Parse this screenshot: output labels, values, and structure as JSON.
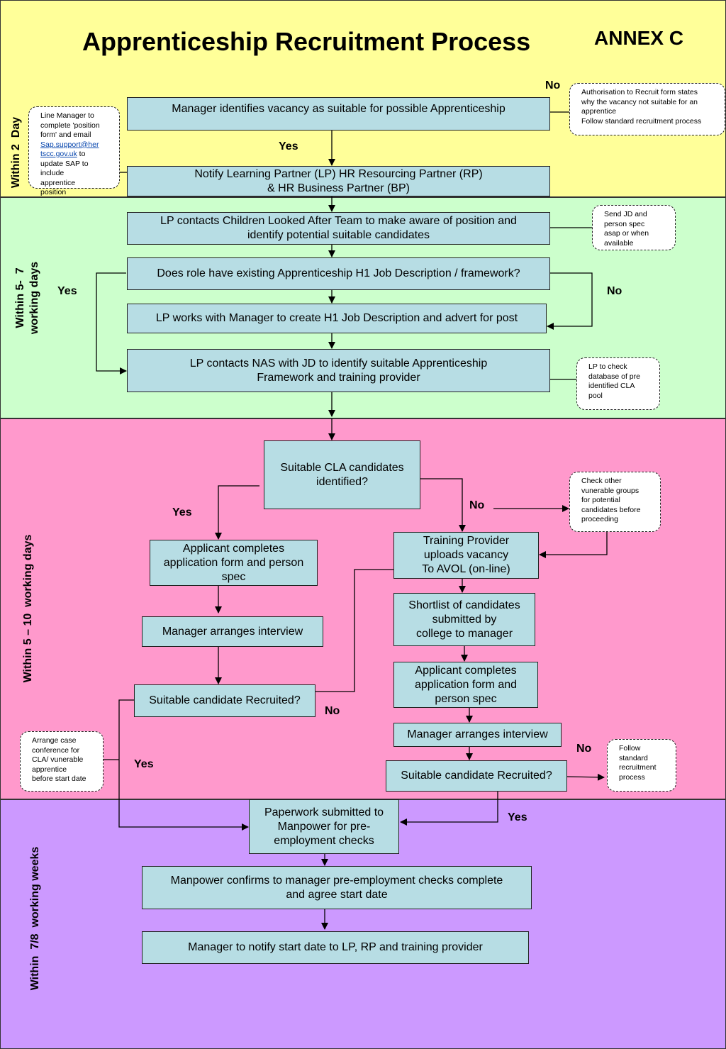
{
  "title": "Apprenticeship Recruitment Process",
  "annex": "ANNEX C",
  "colors": {
    "band1": "#ffff99",
    "band2": "#ccffcc",
    "band3": "#ff99cc",
    "band4": "#cc99ff",
    "box": "#b7dde4"
  },
  "stages": [
    {
      "label": "Within 2  Day"
    },
    {
      "label": "Within 5-  7\nworking days"
    },
    {
      "label": "Within 5 – 10  working days"
    },
    {
      "label": "Within  7/8  working weeks"
    }
  ],
  "boxes": {
    "identify_vacancy": "Manager identifies vacancy as suitable for possible Apprenticeship",
    "notify_partners": "Notify Learning Partner (LP) HR Resourcing Partner (RP)\n& HR Business Partner (BP)",
    "contact_cla_team": "LP contacts Children Looked After Team to make aware of position and\nidentify potential suitable candidates",
    "existing_jd": "Does role have existing Apprenticeship H1 Job Description / framework?",
    "create_jd": "LP works with Manager to create H1 Job Description and advert for post",
    "contact_nas": "LP contacts NAS with JD to identify suitable Apprenticeship\nFramework and training provider",
    "cla_identified": "Suitable CLA candidates\nidentified?",
    "applicant_form_left": "Applicant completes\napplication form and person\nspec",
    "interview_left": "Manager arranges interview",
    "recruited_left": "Suitable candidate Recruited?",
    "upload_avol": "Training Provider\nuploads vacancy\nTo AVOL (on-line)",
    "shortlist": "Shortlist of candidates\nsubmitted by\ncollege to manager",
    "applicant_form_right": "Applicant completes\napplication form and\nperson spec",
    "interview_right": "Manager arranges interview",
    "recruited_right": "Suitable candidate Recruited?",
    "paperwork": "Paperwork submitted to\nManpower for pre-\nemployment checks",
    "manpower_confirms": "Manpower confirms to manager pre-employment checks complete\nand agree start date",
    "notify_start": "Manager to notify start date to LP, RP and training provider"
  },
  "notes": {
    "authorisation": "Authorisation to Recruit form states\nwhy the vacancy not suitable for an\napprentice\nFollow standard recruitment process",
    "line_manager_pre": "Line Manager to\ncomplete 'position\nform' and email",
    "line_manager_link": "Sap.support@her\ntscc.gov.uk",
    "line_manager_post": " to\nupdate SAP to\ninclude\napprentice\nposition",
    "send_jd": "Send JD and\nperson spec\nasap or when\navailable",
    "check_database": "LP to check\ndatabase of pre\nidentified CLA\npool",
    "check_vulnerable": "Check other\nvunerable groups\nfor potential\ncandidates before\nproceeding",
    "case_conference": "Arrange case\nconference for\nCLA/ vunerable\napprentice\nbefore start date",
    "follow_standard": "Follow\nstandard\nrecruitment\nprocess"
  },
  "labels": {
    "no_top": "No",
    "yes_top": "Yes",
    "yes_jd": "Yes",
    "no_jd": "No",
    "yes_cla": "Yes",
    "no_cla": "No",
    "no_left": "No",
    "yes_left": "Yes",
    "no_right": "No",
    "yes_right": "Yes"
  }
}
